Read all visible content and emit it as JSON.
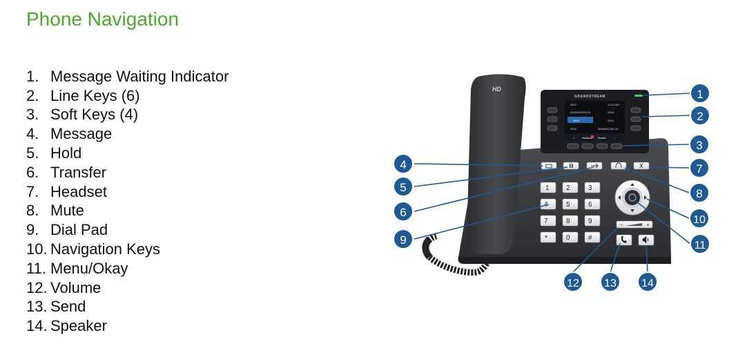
{
  "page": {
    "title": "Phone Navigation"
  },
  "legend": [
    {
      "number": "1.",
      "label": "Message Waiting Indicator"
    },
    {
      "number": "2.",
      "label": "Line Keys (6)"
    },
    {
      "number": "3.",
      "label": "Soft Keys (4)"
    },
    {
      "number": "4.",
      "label": "Message"
    },
    {
      "number": "5.",
      "label": "Hold"
    },
    {
      "number": "6.",
      "label": "Transfer"
    },
    {
      "number": "7.",
      "label": "Headset"
    },
    {
      "number": "8.",
      "label": "Mute"
    },
    {
      "number": "9.",
      "label": "Dial Pad"
    },
    {
      "number": "10.",
      "label": "Navigation Keys"
    },
    {
      "number": "11.",
      "label": "Menu/Okay"
    },
    {
      "number": "12.",
      "label": "Volume"
    },
    {
      "number": "13.",
      "label": "Send"
    },
    {
      "number": "14.",
      "label": "Speaker"
    }
  ],
  "phone": {
    "handset_mark": "HD",
    "brand": "GRANDSTREAM",
    "screen": {
      "status_left": "3602",
      "time": "11:20 AM",
      "line1": "3602436523423",
      "line2": "3503",
      "line3": "3503",
      "line4": "3502",
      "line5": "3502",
      "line6": "3503",
      "line7": "3503",
      "line8": "3848980155716",
      "soft1": "Hotdesk",
      "soft2": "Redial",
      "soft3": "...",
      "soft_count": "1"
    },
    "keypad": [
      "1",
      "2",
      "3",
      "4",
      "5",
      "6",
      "7",
      "8",
      "9",
      "*",
      "0",
      "#"
    ],
    "volume_minus": "–",
    "volume_plus": "+"
  },
  "callouts": [
    "1",
    "2",
    "3",
    "4",
    "5",
    "6",
    "7",
    "8",
    "9",
    "10",
    "11",
    "12",
    "13",
    "14"
  ],
  "colors": {
    "title": "#4ea72e",
    "callout_fill": "#1f5a92",
    "callout_stroke": "#ffffff",
    "screen_bg": "#0d0f12",
    "mwi_led": "#3cd36a"
  }
}
